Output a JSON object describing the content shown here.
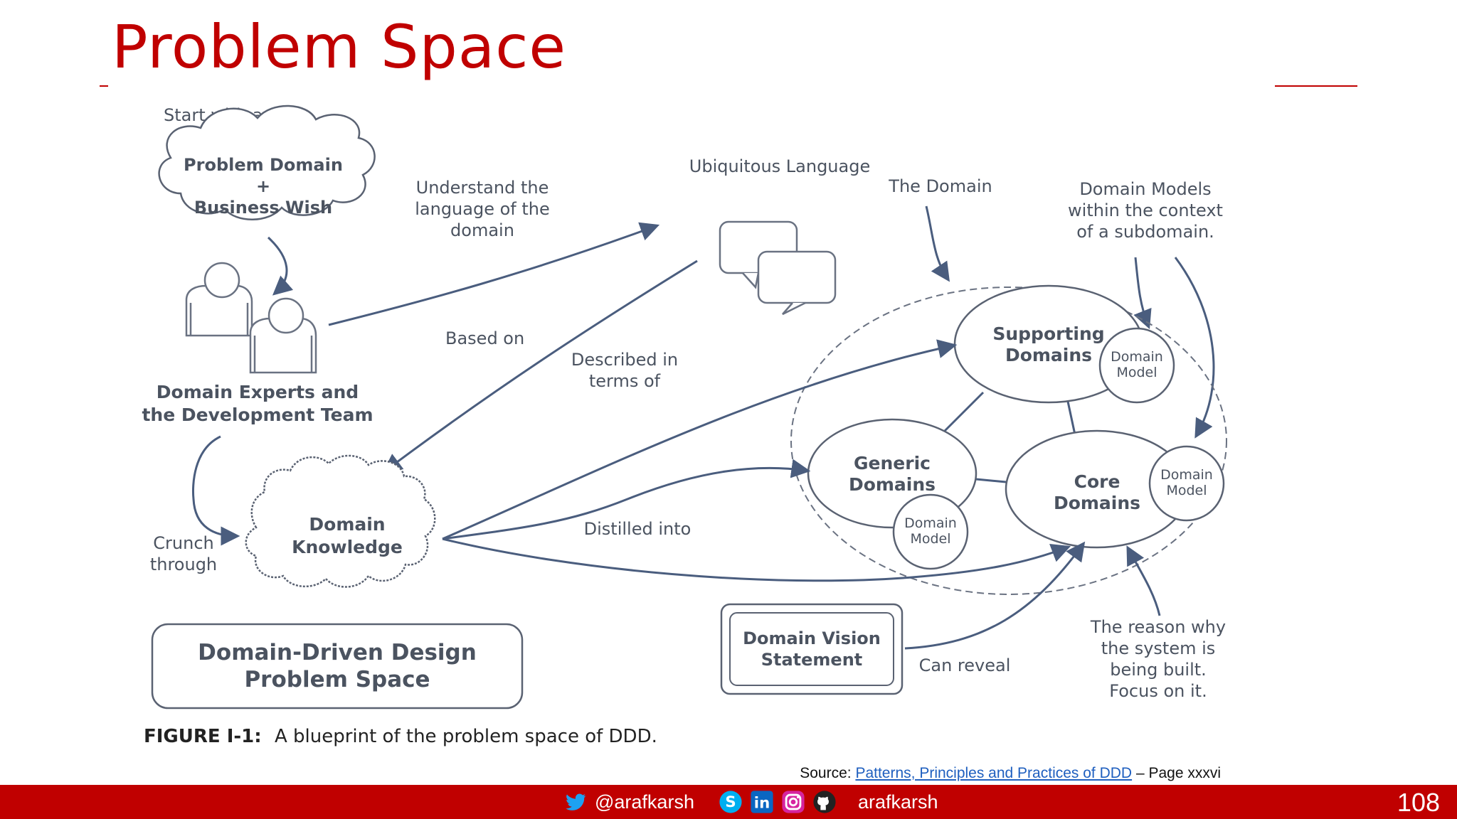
{
  "slide": {
    "title": "Problem Space",
    "page_number": "108"
  },
  "diagram": {
    "start_label": "Start with a...",
    "cloud_top": {
      "line1": "Problem Domain",
      "line2": "+",
      "line3": "Business Wish"
    },
    "experts": {
      "line1": "Domain Experts and",
      "line2": "the Development Team"
    },
    "understand": {
      "line1": "Understand the",
      "line2": "language of the",
      "line3": "domain"
    },
    "based_on": "Based on",
    "ubiquitous": "Ubiquitous Language",
    "described": {
      "line1": "Described in",
      "line2": "terms of"
    },
    "the_domain": "The Domain",
    "models_note": {
      "line1": "Domain Models",
      "line2": "within the context",
      "line3": "of a subdomain."
    },
    "supporting": {
      "line1": "Supporting",
      "line2": "Domains"
    },
    "generic": {
      "line1": "Generic",
      "line2": "Domains"
    },
    "core": {
      "line1": "Core",
      "line2": "Domains"
    },
    "domain_model": {
      "line1": "Domain",
      "line2": "Model"
    },
    "crunch": {
      "line1": "Crunch",
      "line2": "through"
    },
    "knowledge": {
      "line1": "Domain",
      "line2": "Knowledge"
    },
    "distilled": "Distilled into",
    "vision": {
      "line1": "Domain Vision",
      "line2": "Statement"
    },
    "can_reveal": "Can reveal",
    "reason": {
      "line1": "The reason why",
      "line2": "the system is",
      "line3": "being built.",
      "line4": "Focus on it."
    },
    "ddd_box": {
      "line1": "Domain-Driven Design",
      "line2": "Problem Space"
    },
    "figure_prefix": "FIGURE I-1:",
    "figure_text": "A blueprint of the problem space of DDD."
  },
  "source": {
    "prefix": "Source:",
    "link_text": "Patterns, Principles and Practices of DDD",
    "suffix": "– Page xxxvi"
  },
  "footer": {
    "handle1": "@arafkarsh",
    "handle2": "arafkarsh",
    "icons": [
      "twitter-icon",
      "skype-icon",
      "linkedin-icon",
      "instagram-icon",
      "github-icon"
    ]
  },
  "colors": {
    "title": "#c00000",
    "footer_bg": "#c00000",
    "diagram_stroke": "#4a5d7e",
    "diagram_text": "#4b5360"
  }
}
